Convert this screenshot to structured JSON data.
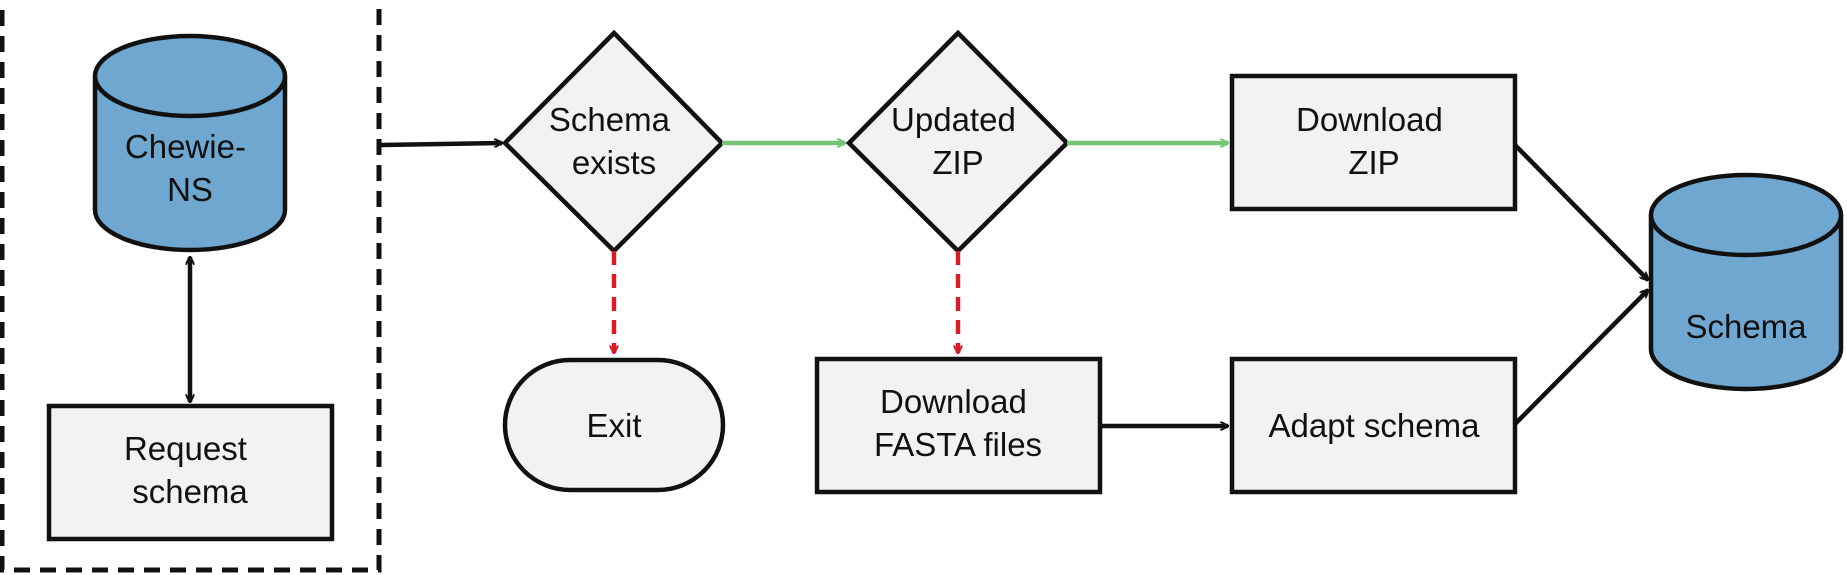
{
  "nodes": {
    "chewie_ns": {
      "lines": [
        "Chewie-",
        "NS"
      ]
    },
    "request_schema": {
      "lines": [
        "Request",
        "schema"
      ]
    },
    "schema_exists": {
      "lines": [
        "Schema",
        "exists"
      ]
    },
    "updated_zip": {
      "lines": [
        "Updated",
        "ZIP"
      ]
    },
    "download_zip": {
      "lines": [
        "Download",
        "ZIP"
      ]
    },
    "exit": {
      "lines": [
        "Exit"
      ]
    },
    "download_fasta": {
      "lines": [
        "Download",
        "FASTA files"
      ]
    },
    "adapt_schema": {
      "lines": [
        "Adapt schema"
      ]
    },
    "schema_db": {
      "lines": [
        "Schema"
      ]
    }
  },
  "colors": {
    "database_fill": "#6fa7d0",
    "box_fill": "#f2f2f2",
    "stroke": "#111111",
    "yes_arrow": "#74c476",
    "no_arrow": "#d0202a"
  }
}
